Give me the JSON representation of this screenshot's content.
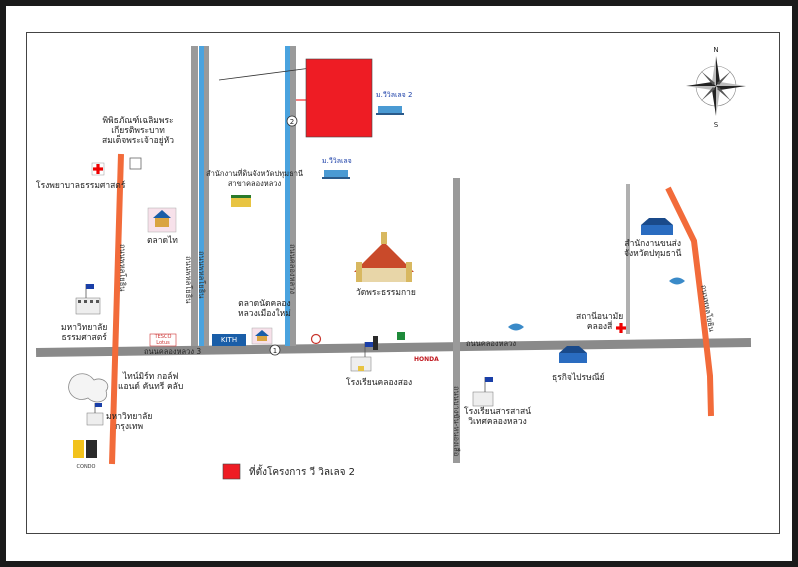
{
  "title": "ที่ตั้งโครงการ วี วิลเลจ 2",
  "colors": {
    "project": "#ee1c24",
    "main_road": "#808080",
    "canal_blue": "#4aa3df",
    "orange_road": "#f26b3a"
  },
  "compass": {
    "north": "N",
    "south": "S"
  },
  "roads": {
    "horizontal": "ถนนคลองหลวง 3",
    "horizontal_right": "ถนนคลองหลวง",
    "vertical_left_1": "ถนนพหลโยธิน",
    "vertical_left_2": "ถนนพหลโยธิน",
    "vertical_mid": "ถนนคลองหลวง",
    "vertical_lower": "ถนนบางขัน-หนองเสือ",
    "orange_left": "ถนนพหลโยธิน",
    "orange_right": "ถนนพหลโยธิน"
  },
  "road_badges": {
    "r1": "1",
    "r2": "2"
  },
  "landmarks": {
    "museum": "พิพิธภัณฑ์เฉลิมพระ\nเกียรติพระบาท\nสมเด็จพระเจ้าอยู่หัว",
    "hospital": "โรงพยาบาลธรรมศาสตร์",
    "market": "ตลาดไท",
    "land_office": "สำนักงานที่ดินจังหวัดปทุมธานี\nสาขาคลองหลวง",
    "village1": "ม.วีวิลเลจ",
    "village2": "ม.วีวิลเลจ 2",
    "temple": "วัดพระธรรมกาย",
    "univ_thammasat": "มหาวิทยาลัย\nธรรมศาสตร์",
    "tesco": "TESCO\nLotus",
    "kith": "KITH",
    "market2": "ตลาดนัดคลอง\nหลวงเมืองใหม่",
    "honda": "HONDA",
    "school1": "โรงเรียนคลองสอง",
    "golf": "ไทน์มิร์ท กอล์ฟ\nแอนด์ คันทรี คลับ",
    "univ_bangkok": "มหาวิทยาลัย\nกรุงเทพ",
    "school2": "โรงเรียนสารสาสน์\nวิเทศคลองหลวง",
    "clinic": "สถานีอนามัย\nคลองสี่",
    "post": "ธุรกิจไปรษณีย์",
    "provincial_office": "สำนักงานขนส่ง\nจังหวัดปทุมธานี",
    "condo": "CONDO"
  }
}
